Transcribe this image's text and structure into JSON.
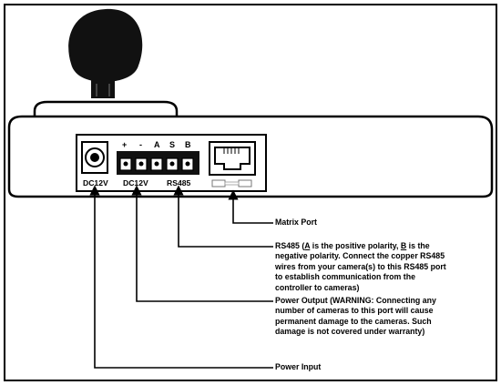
{
  "device": {
    "pin_labels": [
      "+",
      "-",
      "A",
      "S",
      "B"
    ],
    "port_labels": {
      "power_input": "DC12V",
      "power_output": "DC12V",
      "rs485": "RS485"
    }
  },
  "callouts": {
    "matrix_port": "Matrix Port",
    "rs485": {
      "line1_a": "RS485 (",
      "line1_A": "A",
      "line1_b": " is the positive polarity, ",
      "line1_B": "B",
      "line1_c": " is the",
      "line2": "negative polarity.  Connect the copper RS485",
      "line3": "wires from your camera(s) to this RS485 port",
      "line4": "to establish communication from the",
      "line5": "controller to cameras)"
    },
    "power_output": {
      "line1": "Power Output (WARNING: Connecting any",
      "line2": "number of cameras to this port will cause",
      "line3": "permanent damage to the cameras.  Such",
      "line4": "damage is not covered under warranty)"
    },
    "power_input": "Power Input"
  }
}
